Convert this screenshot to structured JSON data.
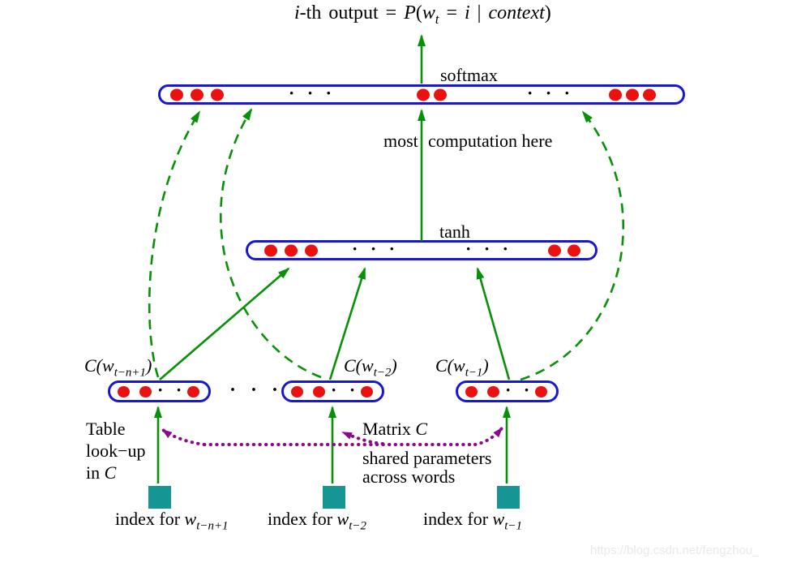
{
  "title": {
    "i": "i",
    "th": "-th output = ",
    "P": "P",
    "open": "(",
    "w": "w",
    "w_sub": "t",
    "eq": " = ",
    "i2": "i",
    "bar": " | ",
    "context": "context",
    "close": ")"
  },
  "labels": {
    "softmax": "softmax",
    "tanh": "tanh",
    "computation_left": "most",
    "computation_right": "computation here",
    "dots": "· · ·"
  },
  "embeddings": [
    {
      "pre": "C(w",
      "sub": "t−n+1",
      "post": ")"
    },
    {
      "pre": "C(w",
      "sub": "t−2",
      "post": ")"
    },
    {
      "pre": "C(w",
      "sub": "t−1",
      "post": ")"
    }
  ],
  "annotations": {
    "table_line1": "Table",
    "table_line2": "look−up",
    "table_line3_pre": "in ",
    "table_line3_C": "C",
    "matrix_pre": "Matrix ",
    "matrix_C": "C",
    "shared_line1": "shared parameters",
    "shared_line2": "across words"
  },
  "indices": [
    {
      "pre": "index for ",
      "w": "w",
      "sub": "t−n+1"
    },
    {
      "pre": "index for ",
      "w": "w",
      "sub": "t−2"
    },
    {
      "pre": "index for ",
      "w": "w",
      "sub": "t−1"
    }
  ],
  "watermark": "https://blog.csdn.net/fengzhou_",
  "colors": {
    "layer_border": "#1818d2",
    "neuron_red": "#ec1111",
    "arrow_green": "#089008",
    "shared_purple": "#8b0a8b",
    "index_square": "#169595",
    "watermark_gray": "#e9e9e9"
  }
}
